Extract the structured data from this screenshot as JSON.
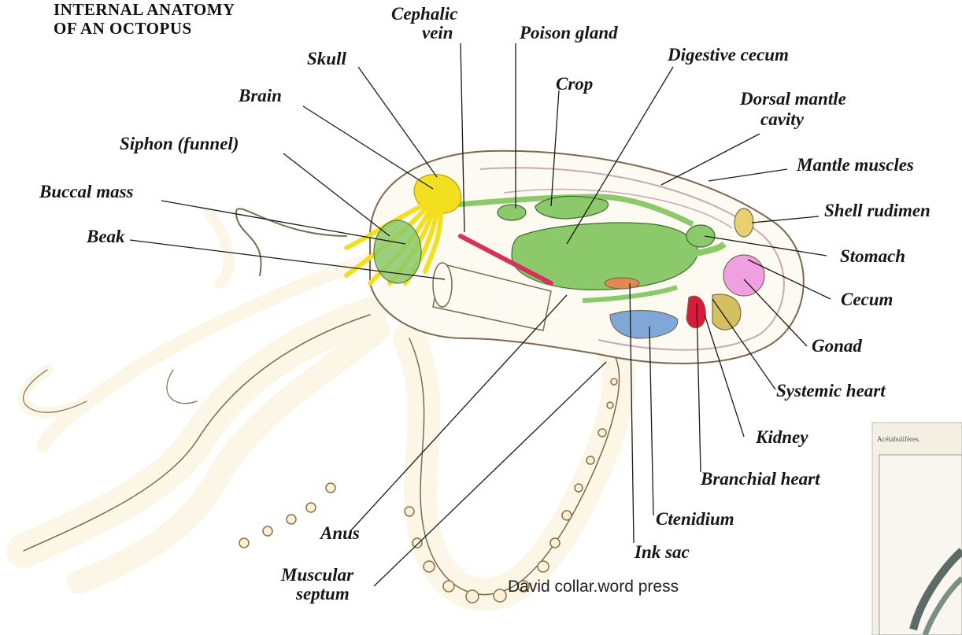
{
  "title": {
    "line1": "INTERNAL ANATOMY",
    "line2": "OF AN OCTOPUS"
  },
  "labels": {
    "cephalic_line1": "Cephalic",
    "cephalic_line2": "vein",
    "poison_gland": "Poison gland",
    "digestive_cecum": "Digestive cecum",
    "skull": "Skull",
    "crop": "Crop",
    "brain": "Brain",
    "dorsal_line1": "Dorsal mantle",
    "dorsal_line2": "cavity",
    "siphon": "Siphon (funnel)",
    "mantle_muscles": "Mantle muscles",
    "buccal_mass": "Buccal mass",
    "shell_rudiment": "Shell rudimen",
    "beak": "Beak",
    "stomach": "Stomach",
    "cecum": "Cecum",
    "gonad": "Gonad",
    "systemic_heart": "Systemic heart",
    "kidney": "Kidney",
    "branchial_heart": "Branchial heart",
    "ctenidium": "Ctenidium",
    "anus": "Anus",
    "ink_sac": "Ink sac",
    "muscular_line1": "Muscular",
    "muscular_line2": "septum"
  },
  "credit": "David collar.word press",
  "inset": {
    "caption": "Acétabulifères."
  },
  "colors": {
    "brain_nerves": "#f2e020",
    "digestive": "#8cc96a",
    "vein": "#d8325a",
    "gonad": "#f0a0e0",
    "kidney": "#d4c060",
    "systemic_heart": "#d81b3c",
    "ctenidium": "#7fa8d8",
    "body_outline": "#7a6a50",
    "body_fill": "#fdfaf1"
  }
}
